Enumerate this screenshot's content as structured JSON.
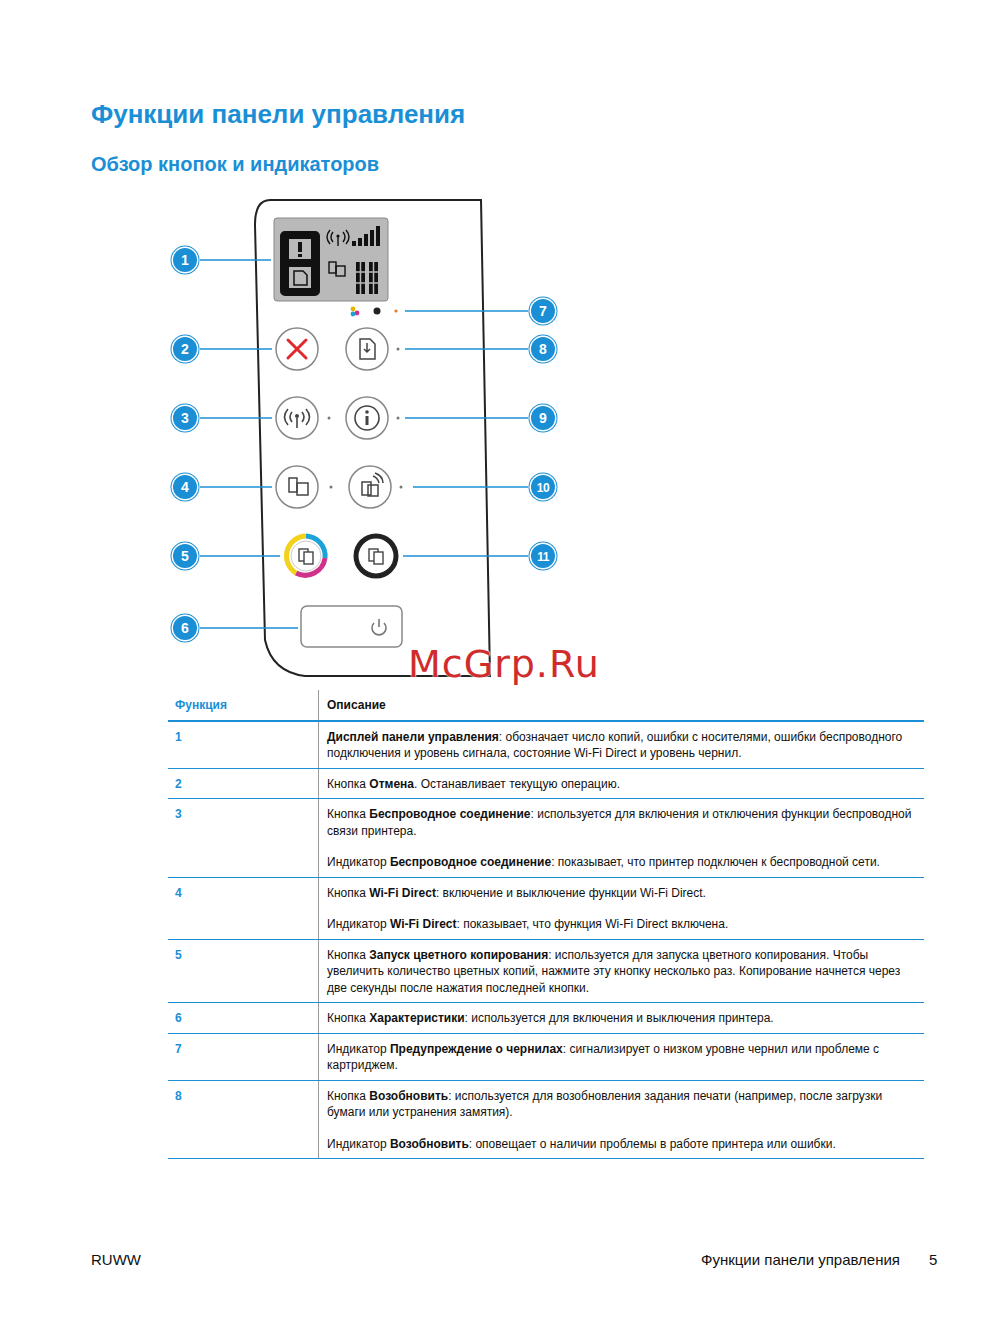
{
  "diagram": {
    "title": "Функции панели управления",
    "nodes": [
      {
        "text": [
          "1"
        ]
      },
      {
        "text": [
          "2"
        ]
      },
      {
        "text": [
          "3"
        ]
      },
      {
        "text": [
          "4"
        ]
      },
      {
        "text": [
          "5"
        ]
      },
      {
        "text": [
          "6"
        ]
      },
      {
        "text": [
          "7"
        ]
      },
      {
        "text": [
          "8"
        ]
      },
      {
        "text": [
          "9"
        ]
      },
      {
        "text": [
          "10"
        ]
      },
      {
        "text": [
          "11"
        ]
      }
    ],
    "labels": [
      "Обзор кнопок и индикаторов",
      "Функция",
      "Описание",
      "1",
      "Дисплей панели управления",
      ": обозначает число копий, ошибки с носителями, ошибки беспроводного подключения и уровень сигнала, состояние Wi-Fi Direct и уровень чернил.",
      "2",
      "Кнопка ",
      "Отмена",
      ". Останавливает текущую операцию.",
      "3",
      "Кнопка ",
      "Беспроводное соединение",
      ": используется для включения и отключения функции беспроводной связи принтера.",
      "Индикатор ",
      "Беспроводное соединение",
      ": показывает, что принтер подключен к беспроводной сети.",
      "4",
      "Кнопка ",
      "Wi-Fi Direct",
      ": включение и выключение функции Wi-Fi Direct.",
      "Индикатор ",
      "Wi-Fi Direct",
      ": показывает, что функция Wi-Fi Direct включена.",
      "5",
      "Кнопка ",
      "Запуск цветного копирования",
      ": используется для запуска цветного копирования. Чтобы увеличить количество цветных копий, нажмите эту кнопку несколько раз. Копирование начнется через две секунды после нажатия последней кнопки.",
      "6",
      "Кнопка ",
      "Характеристики",
      ": используется для включения и выключения принтера.",
      "7",
      "Индикатор ",
      "Предупреждение о чернилах",
      ": сигнализирует о низком уровне чернил или проблеме с картриджем.",
      "8",
      "Кнопка ",
      "Возобновить",
      ": используется для возобновления задания печати (например, после загрузки бумаги или устранения замятия).",
      "Индикатор ",
      "Возобновить",
      ": оповещает о наличии проблемы в работе принтера или ошибки.",
      "McGrp.Ru",
      "RUWW",
      "Функции панели управления",
      "5"
    ]
  }
}
